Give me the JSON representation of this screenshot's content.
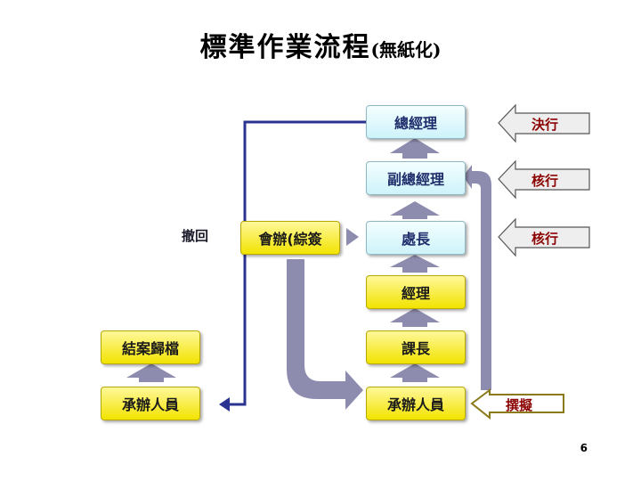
{
  "title": {
    "main": "標準作業流程",
    "sub": "(無紙化)"
  },
  "boxes": {
    "general_manager": "總經理",
    "deputy_gm": "副總經理",
    "director": "處長",
    "manager": "經理",
    "section_chief": "課長",
    "handler": "承辦人員",
    "cosign": "會辦(綜簽",
    "left_handler": "承辦人員",
    "close_archive": "結案歸檔"
  },
  "tags": {
    "decision": "決行",
    "approve_deputy": "核行",
    "approve_director": "核行",
    "draft": "撰擬",
    "withdraw": "撤回"
  },
  "colors": {
    "cyan_box": "#cdf3fa",
    "yellow_box": "#f2e300",
    "arrow_gray": "#8e8cae",
    "line_blue": "#2b3390",
    "label_red": "#8b0000"
  },
  "page_number": "6"
}
